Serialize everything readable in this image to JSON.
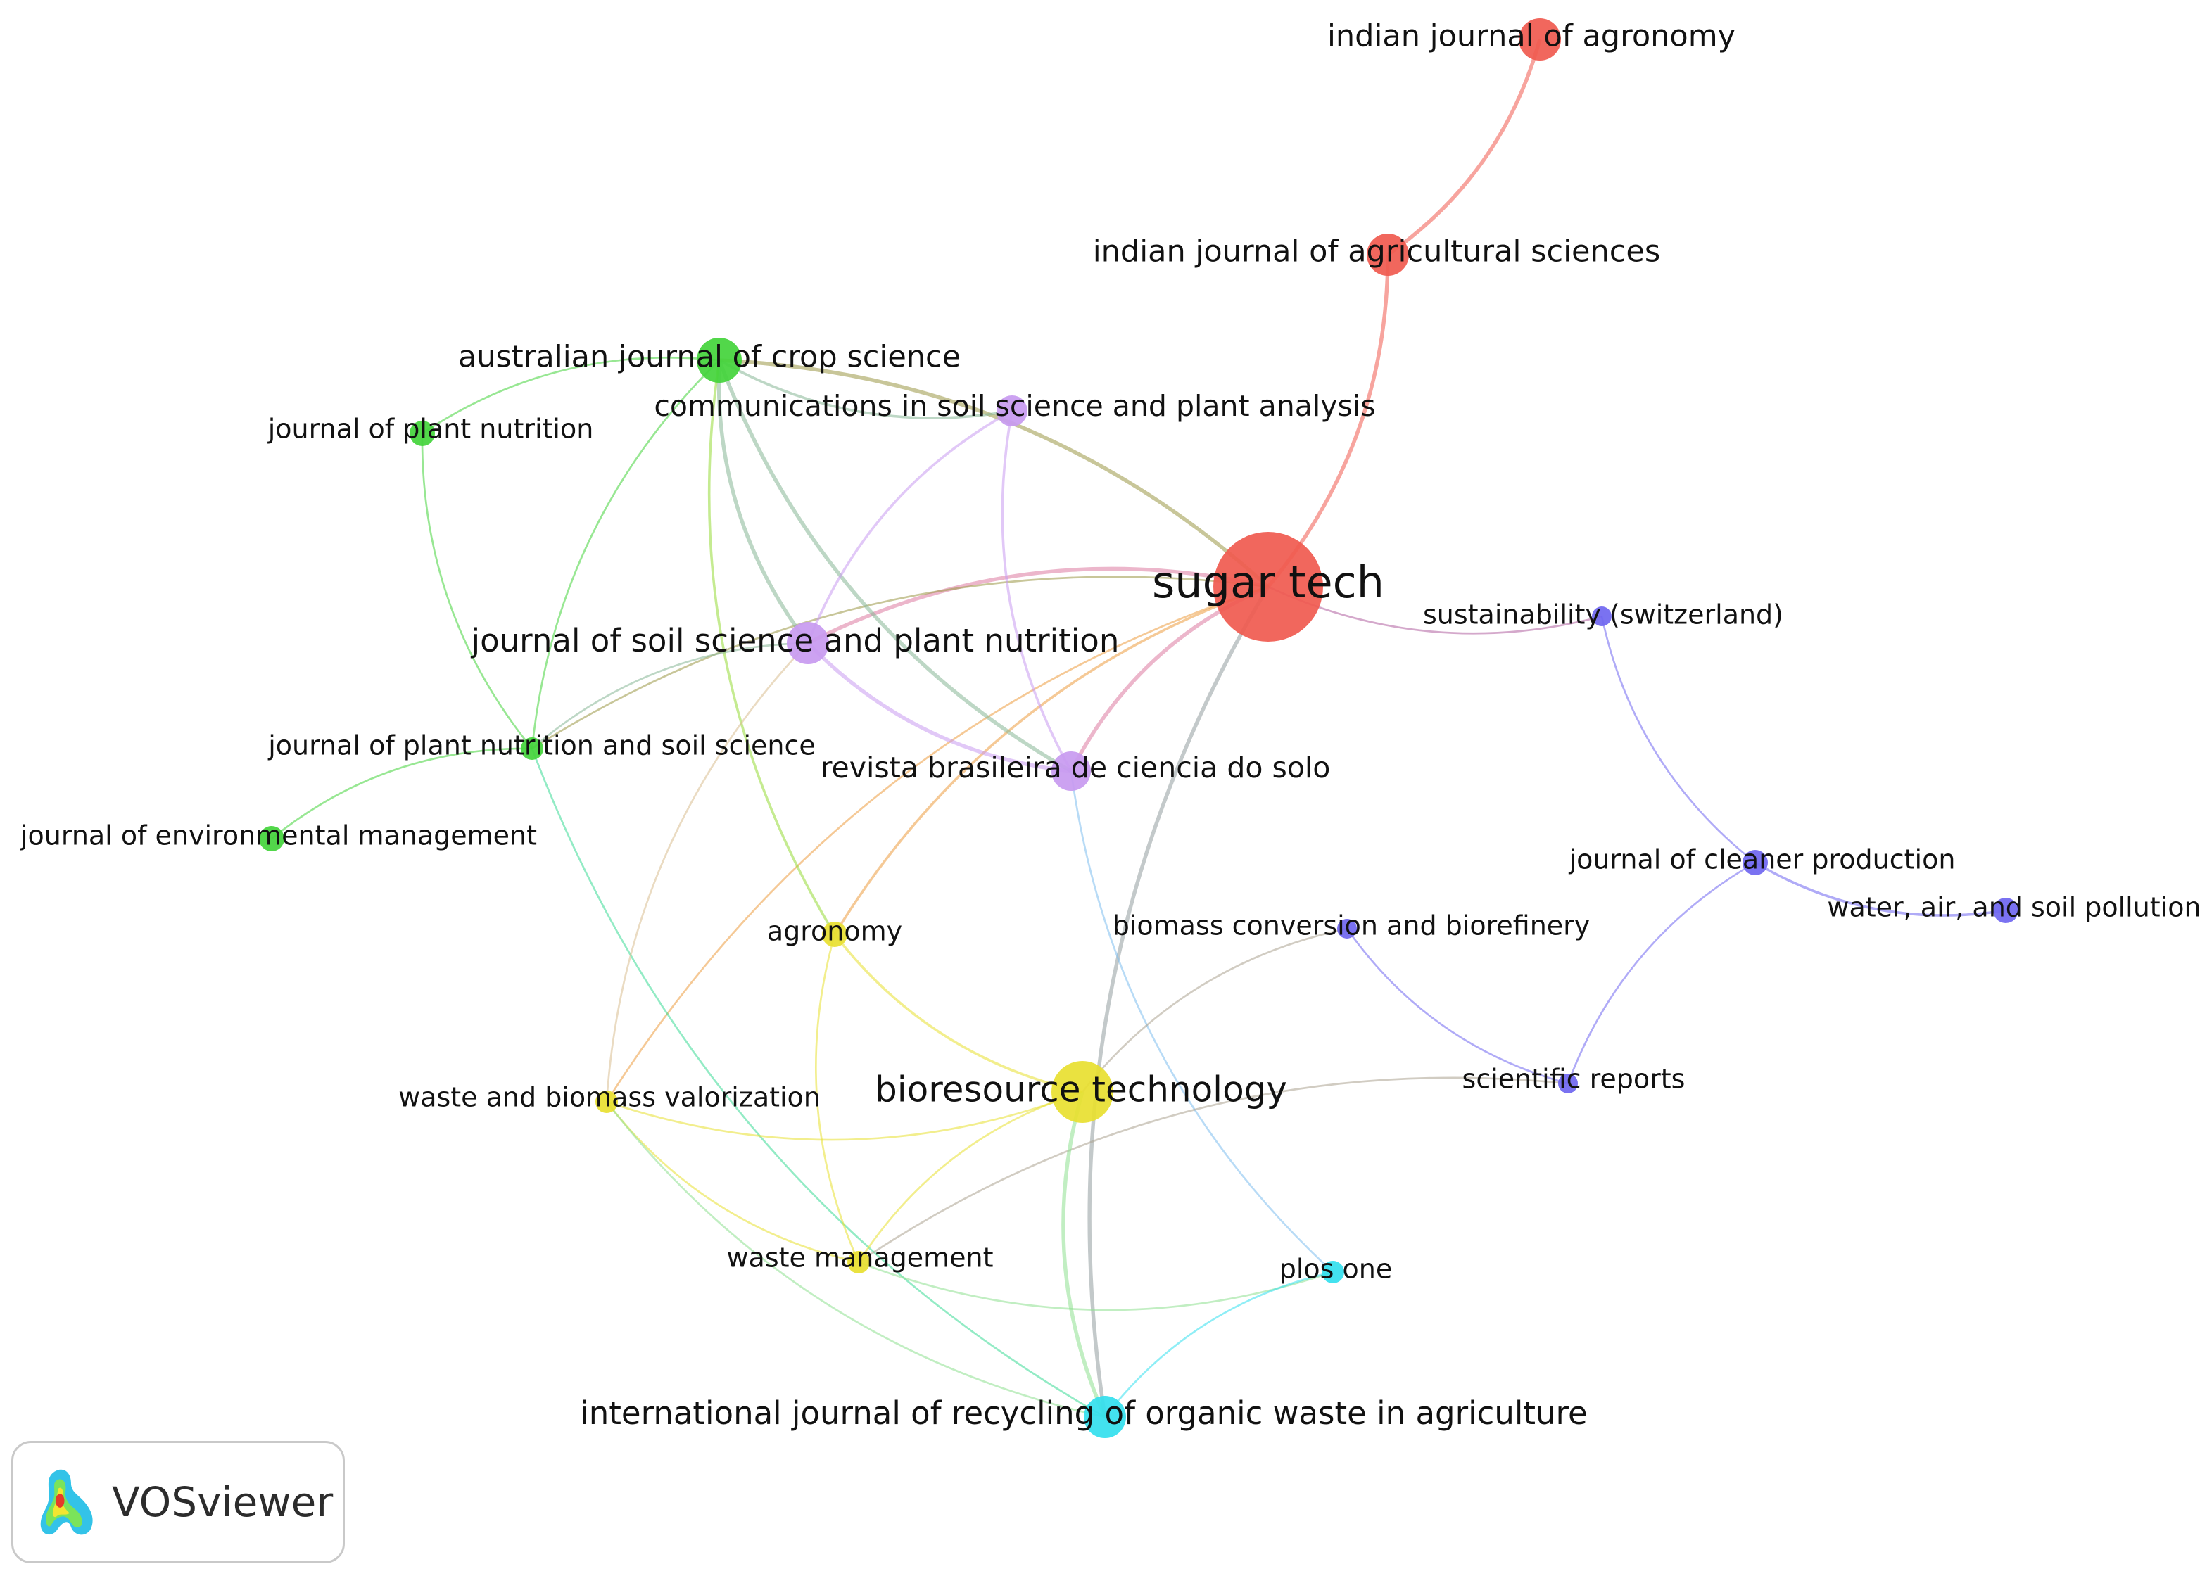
{
  "app": {
    "name": "VOSviewer"
  },
  "colors": {
    "cluster-red": "#f05a4f",
    "cluster-green": "#43d43b",
    "cluster-purple": "#c89af0",
    "cluster-yellow": "#e8e030",
    "cluster-blue": "#6f66f0",
    "cluster-cyan": "#33e0ee"
  },
  "nodes": [
    {
      "id": "sugar-tech",
      "label": "sugar tech",
      "cluster": "red",
      "weight": 10
    },
    {
      "id": "indian-journal-of-agronomy",
      "label": "indian journal of agronomy",
      "cluster": "red",
      "weight": 3
    },
    {
      "id": "indian-journal-of-agricultural-sciences",
      "label": "indian journal of agricultural sciences",
      "cluster": "red",
      "weight": 3
    },
    {
      "id": "australian-journal-of-crop-science",
      "label": "australian journal of crop science",
      "cluster": "green",
      "weight": 3
    },
    {
      "id": "journal-of-plant-nutrition",
      "label": "journal of plant nutrition",
      "cluster": "green",
      "weight": 1.5
    },
    {
      "id": "journal-of-plant-nutrition-and-soil-science",
      "label": "journal of plant nutrition and soil science",
      "cluster": "green",
      "weight": 1.5
    },
    {
      "id": "journal-of-environmental-management",
      "label": "journal of environmental management",
      "cluster": "green",
      "weight": 1.5
    },
    {
      "id": "communications-in-soil-science-and-plant-analysis",
      "label": "communications in soil science and plant analysis",
      "cluster": "purple",
      "weight": 2
    },
    {
      "id": "journal-of-soil-science-and-plant-nutrition",
      "label": "journal of soil science and plant nutrition",
      "cluster": "purple",
      "weight": 3
    },
    {
      "id": "revista-brasileira-de-ciencia-do-solo",
      "label": "revista brasileira de ciencia do solo",
      "cluster": "purple",
      "weight": 3
    },
    {
      "id": "sustainability-switzerland",
      "label": "sustainability (switzerland)",
      "cluster": "blue",
      "weight": 1.5
    },
    {
      "id": "journal-of-cleaner-production",
      "label": "journal of cleaner production",
      "cluster": "blue",
      "weight": 2
    },
    {
      "id": "water-air-and-soil-pollution",
      "label": "water, air, and soil pollution",
      "cluster": "blue",
      "weight": 2
    },
    {
      "id": "biomass-conversion-and-biorefinery",
      "label": "biomass conversion and biorefinery",
      "cluster": "blue",
      "weight": 1.5
    },
    {
      "id": "scientific-reports",
      "label": "scientific reports",
      "cluster": "blue",
      "weight": 1.5
    },
    {
      "id": "agronomy",
      "label": "agronomy",
      "cluster": "yellow",
      "weight": 2
    },
    {
      "id": "bioresource-technology",
      "label": "bioresource technology",
      "cluster": "yellow",
      "weight": 4
    },
    {
      "id": "waste-and-biomass-valorization",
      "label": "waste and biomass valorization",
      "cluster": "yellow",
      "weight": 1.5
    },
    {
      "id": "waste-management",
      "label": "waste management",
      "cluster": "yellow",
      "weight": 1.5
    },
    {
      "id": "plos-one",
      "label": "plos one",
      "cluster": "cyan",
      "weight": 1.5
    },
    {
      "id": "international-journal-of-recycling-of-organic-waste-in-agriculture",
      "label": "international journal of recycling of organic waste in agriculture",
      "cluster": "cyan",
      "weight": 3
    }
  ],
  "links": [
    [
      "sugar-tech",
      "indian-journal-of-agricultural-sciences"
    ],
    [
      "indian-journal-of-agricultural-sciences",
      "indian-journal-of-agronomy"
    ],
    [
      "sugar-tech",
      "australian-journal-of-crop-science"
    ],
    [
      "sugar-tech",
      "journal-of-soil-science-and-plant-nutrition"
    ],
    [
      "sugar-tech",
      "journal-of-plant-nutrition-and-soil-science"
    ],
    [
      "sugar-tech",
      "sustainability-switzerland"
    ],
    [
      "sugar-tech",
      "revista-brasileira-de-ciencia-do-solo"
    ],
    [
      "sugar-tech",
      "agronomy"
    ],
    [
      "sugar-tech",
      "waste-and-biomass-valorization"
    ],
    [
      "sugar-tech",
      "international-journal-of-recycling-of-organic-waste-in-agriculture"
    ],
    [
      "australian-journal-of-crop-science",
      "journal-of-plant-nutrition"
    ],
    [
      "australian-journal-of-crop-science",
      "communications-in-soil-science-and-plant-analysis"
    ],
    [
      "australian-journal-of-crop-science",
      "journal-of-plant-nutrition-and-soil-science"
    ],
    [
      "australian-journal-of-crop-science",
      "journal-of-soil-science-and-plant-nutrition"
    ],
    [
      "australian-journal-of-crop-science",
      "revista-brasileira-de-ciencia-do-solo"
    ],
    [
      "australian-journal-of-crop-science",
      "agronomy"
    ],
    [
      "journal-of-plant-nutrition",
      "journal-of-plant-nutrition-and-soil-science"
    ],
    [
      "journal-of-plant-nutrition-and-soil-science",
      "journal-of-environmental-management"
    ],
    [
      "journal-of-plant-nutrition-and-soil-science",
      "international-journal-of-recycling-of-organic-waste-in-agriculture"
    ],
    [
      "communications-in-soil-science-and-plant-analysis",
      "journal-of-soil-science-and-plant-nutrition"
    ],
    [
      "communications-in-soil-science-and-plant-analysis",
      "revista-brasileira-de-ciencia-do-solo"
    ],
    [
      "journal-of-soil-science-and-plant-nutrition",
      "revista-brasileira-de-ciencia-do-solo"
    ],
    [
      "journal-of-soil-science-and-plant-nutrition",
      "journal-of-plant-nutrition-and-soil-science"
    ],
    [
      "journal-of-soil-science-and-plant-nutrition",
      "waste-and-biomass-valorization"
    ],
    [
      "revista-brasileira-de-ciencia-do-solo",
      "plos-one"
    ],
    [
      "sustainability-switzerland",
      "journal-of-cleaner-production"
    ],
    [
      "journal-of-cleaner-production",
      "water-air-and-soil-pollution"
    ],
    [
      "journal-of-cleaner-production",
      "scientific-reports"
    ],
    [
      "biomass-conversion-and-biorefinery",
      "scientific-reports"
    ],
    [
      "biomass-conversion-and-biorefinery",
      "bioresource-technology"
    ],
    [
      "scientific-reports",
      "waste-management"
    ],
    [
      "agronomy",
      "bioresource-technology"
    ],
    [
      "agronomy",
      "waste-management"
    ],
    [
      "waste-and-biomass-valorization",
      "bioresource-technology"
    ],
    [
      "waste-and-biomass-valorization",
      "waste-management"
    ],
    [
      "waste-and-biomass-valorization",
      "international-journal-of-recycling-of-organic-waste-in-agriculture"
    ],
    [
      "bioresource-technology",
      "waste-management"
    ],
    [
      "bioresource-technology",
      "international-journal-of-recycling-of-organic-waste-in-agriculture"
    ],
    [
      "waste-management",
      "plos-one"
    ],
    [
      "plos-one",
      "international-journal-of-recycling-of-organic-waste-in-agriculture"
    ]
  ]
}
